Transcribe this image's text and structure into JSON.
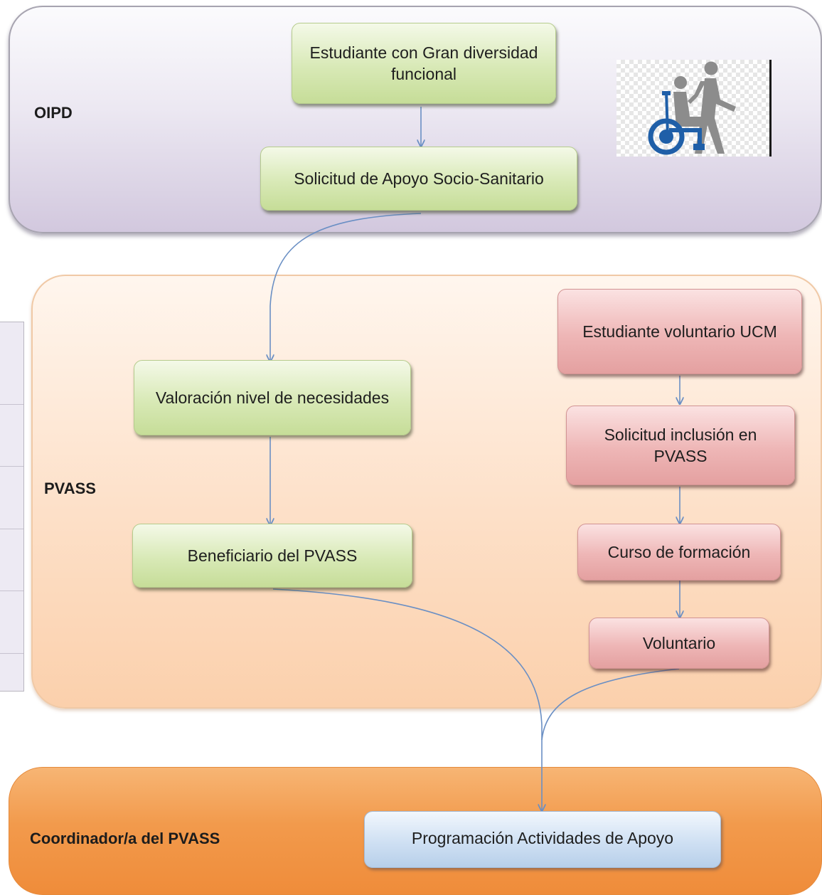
{
  "lanes": {
    "oipd": "OIPD",
    "pvass": "PVASS",
    "coord": "Coordinador/a del PVASS"
  },
  "nodes": {
    "student_diversity": "Estudiante con Gran diversidad funcional",
    "socio_sanitary_request": "Solicitud de Apoyo Socio-Sanitario",
    "needs_assessment": "Valoración nivel de necesidades",
    "beneficiary": "Beneficiario del PVASS",
    "volunteer_student": "Estudiante voluntario UCM",
    "inclusion_request": "Solicitud inclusión en PVASS",
    "training_course": "Curso de formación",
    "volunteer": "Voluntario",
    "support_activities": "Programación Actividades de Apoyo"
  },
  "icons": {
    "panel": "wheelchair-assistance-icon"
  },
  "colors": {
    "green_node": "#d8e9b6",
    "red_node": "#eeb6b6",
    "blue_node": "#cfe0f3",
    "connector": "#6a8fc4",
    "wheelchair": "#1f5fa8",
    "figure": "#8c8c8c"
  }
}
